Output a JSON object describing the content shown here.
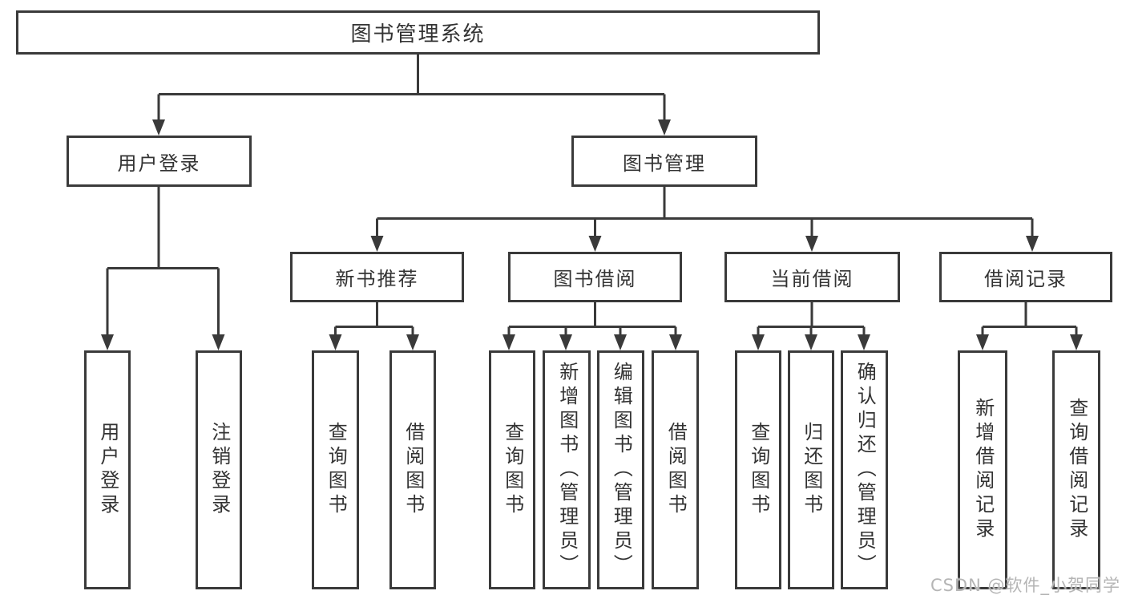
{
  "diagram": {
    "title": "图书管理系统",
    "level2": [
      "用户登录",
      "图书管理"
    ],
    "level3": [
      "新书推荐",
      "图书借阅",
      "当前借阅",
      "借阅记录"
    ],
    "leaves_login": [
      "用户登录",
      "注销登录"
    ],
    "leaves_recommend": [
      "查询图书",
      "借阅图书"
    ],
    "leaves_borrow": [
      "查询图书",
      "新增图书（管理员）",
      "编辑图书（管理员）",
      "借阅图书"
    ],
    "leaves_current": [
      "查询图书",
      "归还图书",
      "确认归还（管理员）"
    ],
    "leaves_records": [
      "新增借阅记录",
      "查询借阅记录"
    ]
  },
  "watermark": "CSDN @软件_小贺同学",
  "colors": {
    "line": "#3a3a3a",
    "text": "#333333",
    "watermark": "#b5b5b5"
  }
}
